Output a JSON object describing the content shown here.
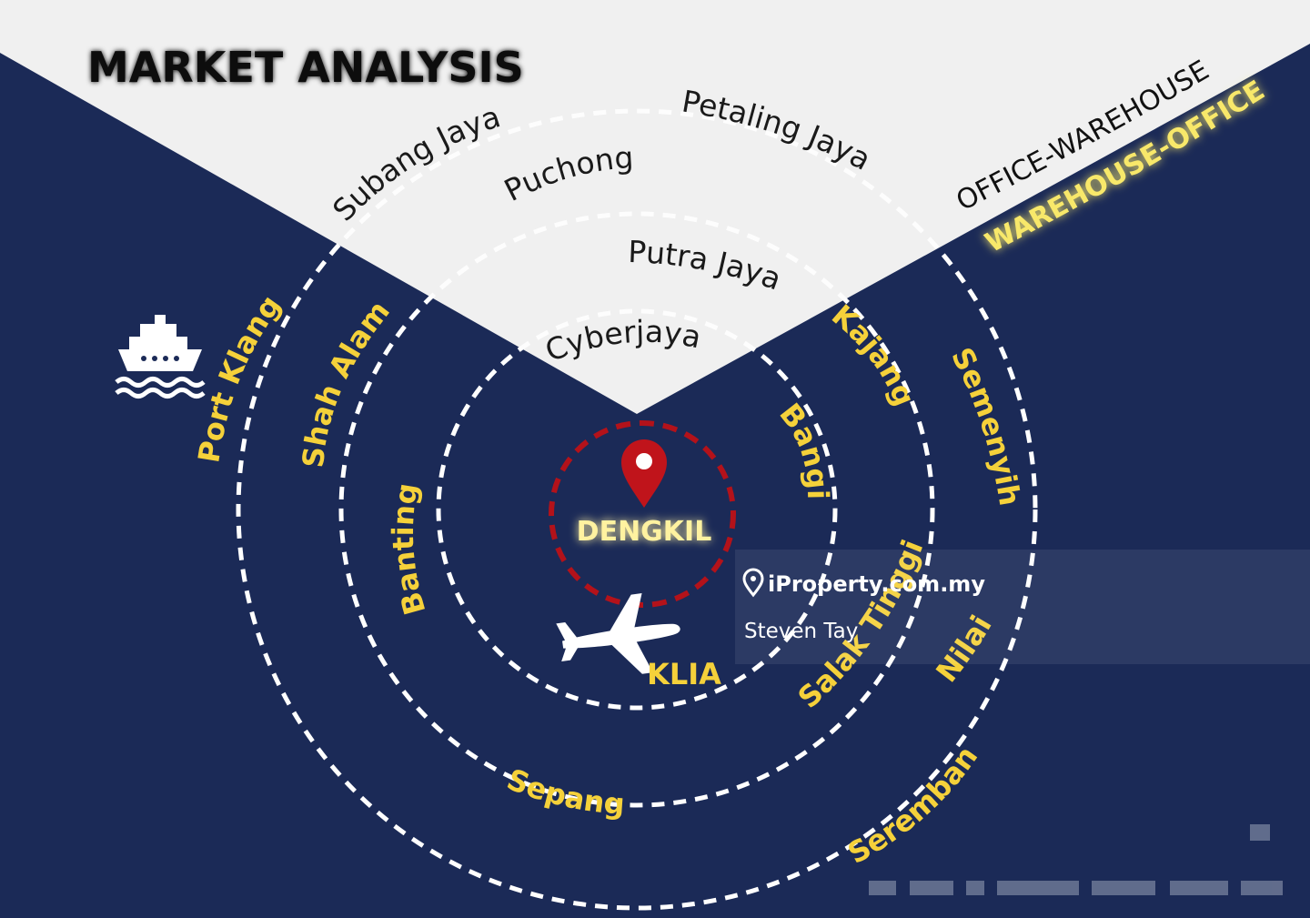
{
  "title": "MARKET ANALYSIS",
  "center": {
    "name": "DENGKIL"
  },
  "airport": {
    "name": "KLIA",
    "icon": "airplane-icon"
  },
  "port": {
    "icon": "ship-icon"
  },
  "legend": {
    "primary": "OFFICE-WAREHOUSE",
    "highlight": "WAREHOUSE-OFFICE"
  },
  "colors": {
    "navy": "#1b2a57",
    "paper": "#f0f0f0",
    "yellow": "#f5d13a",
    "pin_red": "#c0141b"
  },
  "locations": {
    "subang_jaya": "Subang Jaya",
    "petaling_jaya": "Petaling Jaya",
    "puchong": "Puchong",
    "putra_jaya": "Putra Jaya",
    "cyberjaya": "Cyberjaya",
    "port_klang": "Port Klang",
    "shah_alam": "Shah Alam",
    "banting": "Banting",
    "kajang": "Kajang",
    "bangi": "Bangi",
    "semenyih": "Semenyih",
    "salak_tinggi": "Salak Tinggi",
    "nilai": "Nilai",
    "sepang": "Sepang",
    "seremban": "Seremban"
  },
  "watermark": {
    "site": "iProperty.com.my",
    "agent": "Steven Tay"
  }
}
